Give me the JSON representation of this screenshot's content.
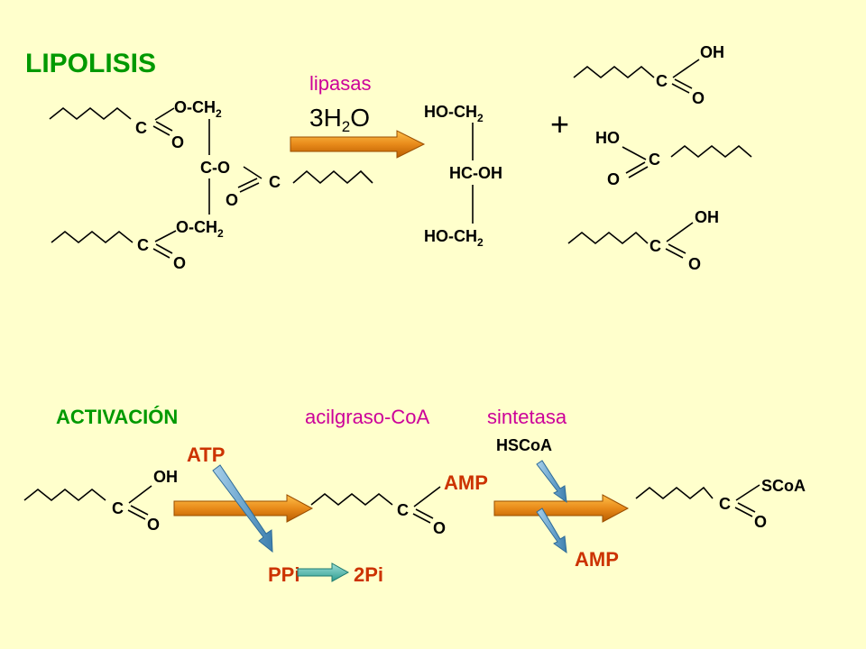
{
  "lipolysis": {
    "title": "LIPOLISIS",
    "enzyme": "lipasas",
    "water": {
      "coef": "3H",
      "sub": "2",
      "tail": "O"
    },
    "plus": "+",
    "triglyceride": {
      "o_ch2_top": "O-CH",
      "o_ch2_top_sub": "2",
      "c_o_mid": "C-O",
      "o_ch2_bot": "O-CH",
      "o_ch2_bot_sub": "2",
      "c": "C",
      "o": "O"
    },
    "glycerol": {
      "top": "HO-CH",
      "top_sub": "2",
      "mid": "HC-OH",
      "bot": "HO-CH",
      "bot_sub": "2"
    },
    "acids": {
      "oh": "OH",
      "ho": "HO",
      "c": "C",
      "o": "O"
    }
  },
  "activation": {
    "title": "ACTIVACIÓN",
    "enzyme1": "acilgraso-CoA",
    "enzyme2": "sintetasa",
    "atp": "ATP",
    "ppi": "PPi",
    "two_pi": "2Pi",
    "amp_top": "AMP",
    "amp_bottom": "AMP",
    "hscoa": "HSCoA",
    "scoa": "SCoA",
    "oh": "OH",
    "c": "C",
    "o": "O"
  },
  "colors": {
    "background": "#FFFFCC",
    "green_title": "#009900",
    "magenta": "#CC0099",
    "orange": "#CC3300",
    "arrow_orange": "#E88A1A",
    "arrow_blue": "#6FA8D0"
  }
}
